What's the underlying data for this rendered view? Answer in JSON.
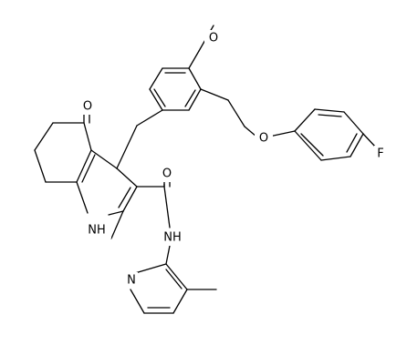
{
  "structure": {
    "atoms": {
      "O_methoxy": "O",
      "O_ether": "O",
      "F": "F",
      "O_ketone": "O",
      "O_amide": "O",
      "NH_ring": "NH",
      "NH_amide": "NH",
      "N_pyridine": "N"
    }
  }
}
